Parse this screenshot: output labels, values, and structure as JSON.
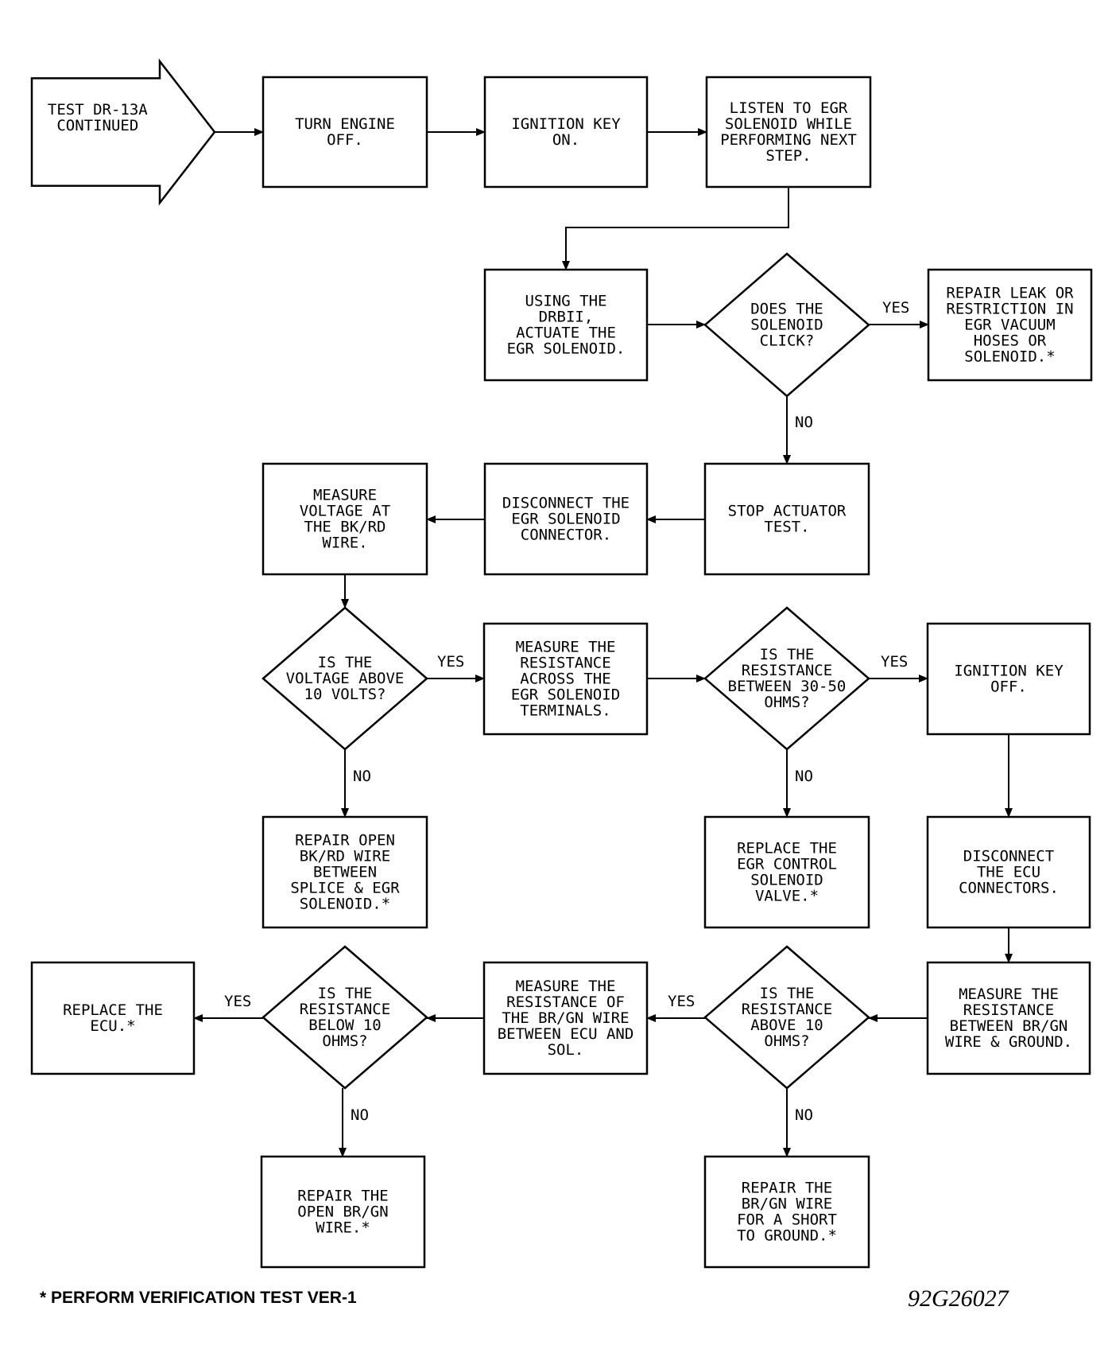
{
  "nodes": [
    {
      "id": "start",
      "lines": [
        "TEST DR-13A",
        "CONTINUED"
      ]
    },
    {
      "id": "turn-engine-off",
      "lines": [
        "TURN ENGINE",
        "OFF."
      ]
    },
    {
      "id": "ignition-key-on",
      "lines": [
        "IGNITION KEY",
        "ON."
      ]
    },
    {
      "id": "listen-egr",
      "lines": [
        "LISTEN TO EGR",
        "SOLENOID WHILE",
        "PERFORMING NEXT",
        "STEP."
      ]
    },
    {
      "id": "using-drbii",
      "lines": [
        "USING THE",
        "DRBII,",
        "ACTUATE THE",
        "EGR SOLENOID."
      ]
    },
    {
      "id": "does-click",
      "lines": [
        "DOES THE",
        "SOLENOID",
        "CLICK?"
      ]
    },
    {
      "id": "repair-leak",
      "lines": [
        "REPAIR LEAK OR",
        "RESTRICTION IN",
        "EGR VACUUM",
        "HOSES OR",
        "SOLENOID.*"
      ]
    },
    {
      "id": "stop-actuator",
      "lines": [
        "STOP ACTUATOR",
        "TEST."
      ]
    },
    {
      "id": "disconnect-egr",
      "lines": [
        "DISCONNECT THE",
        "EGR SOLENOID",
        "CONNECTOR."
      ]
    },
    {
      "id": "measure-voltage",
      "lines": [
        "MEASURE",
        "VOLTAGE AT",
        "THE BK/RD",
        "WIRE."
      ]
    },
    {
      "id": "voltage-above",
      "lines": [
        "IS THE",
        "VOLTAGE ABOVE",
        "10 VOLTS?"
      ]
    },
    {
      "id": "measure-resistance",
      "lines": [
        "MEASURE THE",
        "RESISTANCE",
        "ACROSS THE",
        "EGR SOLENOID",
        "TERMINALS."
      ]
    },
    {
      "id": "resistance-30-50",
      "lines": [
        "IS THE",
        "RESISTANCE",
        "BETWEEN 30-50",
        "OHMS?"
      ]
    },
    {
      "id": "ignition-key-off",
      "lines": [
        "IGNITION KEY",
        "OFF."
      ]
    },
    {
      "id": "repair-open-bkrd",
      "lines": [
        "REPAIR OPEN",
        "BK/RD WIRE",
        "BETWEEN",
        "SPLICE & EGR",
        "SOLENOID.*"
      ]
    },
    {
      "id": "replace-egr",
      "lines": [
        "REPLACE THE",
        "EGR CONTROL",
        "SOLENOID",
        "VALVE.*"
      ]
    },
    {
      "id": "disconnect-ecu",
      "lines": [
        "DISCONNECT",
        "THE ECU",
        "CONNECTORS."
      ]
    },
    {
      "id": "measure-brgn-ground",
      "lines": [
        "MEASURE THE",
        "RESISTANCE",
        "BETWEEN BR/GN",
        "WIRE & GROUND."
      ]
    },
    {
      "id": "resistance-above-10",
      "lines": [
        "IS THE",
        "RESISTANCE",
        "ABOVE 10",
        "OHMS?"
      ]
    },
    {
      "id": "measure-brgn-ecu",
      "lines": [
        "MEASURE THE",
        "RESISTANCE OF",
        "THE BR/GN WIRE",
        "BETWEEN ECU AND",
        "SOL."
      ]
    },
    {
      "id": "resistance-below-10",
      "lines": [
        "IS THE",
        "RESISTANCE",
        "BELOW 10",
        "OHMS?"
      ]
    },
    {
      "id": "replace-ecu",
      "lines": [
        "REPLACE THE",
        "ECU.*"
      ]
    },
    {
      "id": "repair-open-brgn",
      "lines": [
        "REPAIR THE",
        "OPEN BR/GN",
        "WIRE.*"
      ]
    },
    {
      "id": "repair-short",
      "lines": [
        "REPAIR THE",
        "BR/GN WIRE",
        "FOR A SHORT",
        "TO GROUND.*"
      ]
    }
  ],
  "edges": [
    {
      "from": "start",
      "to": "turn-engine-off",
      "label": ""
    },
    {
      "from": "turn-engine-off",
      "to": "ignition-key-on",
      "label": ""
    },
    {
      "from": "ignition-key-on",
      "to": "listen-egr",
      "label": ""
    },
    {
      "from": "listen-egr",
      "to": "using-drbii",
      "label": ""
    },
    {
      "from": "using-drbii",
      "to": "does-click",
      "label": ""
    },
    {
      "from": "does-click",
      "to": "repair-leak",
      "label": "YES"
    },
    {
      "from": "does-click",
      "to": "stop-actuator",
      "label": "NO"
    },
    {
      "from": "stop-actuator",
      "to": "disconnect-egr",
      "label": ""
    },
    {
      "from": "disconnect-egr",
      "to": "measure-voltage",
      "label": ""
    },
    {
      "from": "measure-voltage",
      "to": "voltage-above",
      "label": ""
    },
    {
      "from": "voltage-above",
      "to": "measure-resistance",
      "label": "YES"
    },
    {
      "from": "voltage-above",
      "to": "repair-open-bkrd",
      "label": "NO"
    },
    {
      "from": "measure-resistance",
      "to": "resistance-30-50",
      "label": ""
    },
    {
      "from": "resistance-30-50",
      "to": "ignition-key-off",
      "label": "YES"
    },
    {
      "from": "resistance-30-50",
      "to": "replace-egr",
      "label": "NO"
    },
    {
      "from": "ignition-key-off",
      "to": "disconnect-ecu",
      "label": ""
    },
    {
      "from": "disconnect-ecu",
      "to": "measure-brgn-ground",
      "label": ""
    },
    {
      "from": "measure-brgn-ground",
      "to": "resistance-above-10",
      "label": ""
    },
    {
      "from": "resistance-above-10",
      "to": "measure-brgn-ecu",
      "label": "YES"
    },
    {
      "from": "resistance-above-10",
      "to": "repair-short",
      "label": "NO"
    },
    {
      "from": "measure-brgn-ecu",
      "to": "resistance-below-10",
      "label": ""
    },
    {
      "from": "resistance-below-10",
      "to": "replace-ecu",
      "label": "YES"
    },
    {
      "from": "resistance-below-10",
      "to": "repair-open-brgn",
      "label": "NO"
    }
  ],
  "footnote": "* PERFORM VERIFICATION TEST VER-1",
  "figure_id": "92G26027"
}
